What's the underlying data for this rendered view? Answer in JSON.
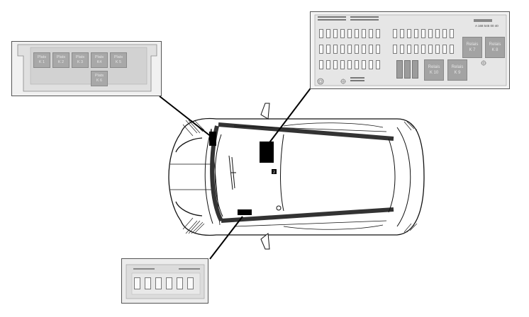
{
  "relay_panel": {
    "relays": [
      {
        "top": "Plats",
        "bottom": "K 1"
      },
      {
        "top": "Plats",
        "bottom": "K 2"
      },
      {
        "top": "Plats",
        "bottom": "K 3"
      },
      {
        "top": "Plats",
        "bottom": "K4"
      },
      {
        "top": "Plats",
        "bottom": "K 5"
      },
      {
        "top": "Plats",
        "bottom": "K 6"
      }
    ]
  },
  "fuse_panel": {
    "part_number": "A 168 545 00 40",
    "relays": [
      {
        "top": "Relais",
        "bottom": "K 7"
      },
      {
        "top": "Relais",
        "bottom": "K 8"
      },
      {
        "top": "Relais",
        "bottom": "K 10"
      },
      {
        "top": "Relais",
        "bottom": "K 9"
      }
    ]
  },
  "car": {
    "marker_label": "2"
  },
  "colors": {
    "panel_border": "#555555",
    "relay_fill": "#a8a8a8",
    "callout_box": "#000000"
  }
}
